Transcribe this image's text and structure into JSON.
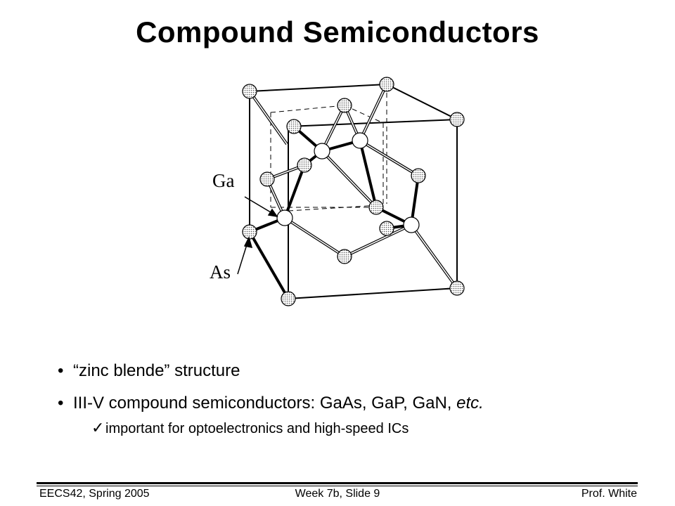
{
  "slide": {
    "title": "Compound Semiconductors"
  },
  "figure": {
    "label_ga": "Ga",
    "label_as": "As"
  },
  "bullets": [
    {
      "marker": "•",
      "text": "“zinc blende” structure"
    },
    {
      "marker": "•",
      "text_main": "III-V compound semiconductors: GaAs, GaP, GaN, ",
      "text_italic": "etc."
    }
  ],
  "sub_bullet": {
    "marker_icon": "check-icon",
    "marker": "✓",
    "text": "important for optoelectronics and high-speed ICs"
  },
  "footer": {
    "left": "EECS42, Spring 2005",
    "center": "Week 7b, Slide 9",
    "right": "Prof. White"
  }
}
